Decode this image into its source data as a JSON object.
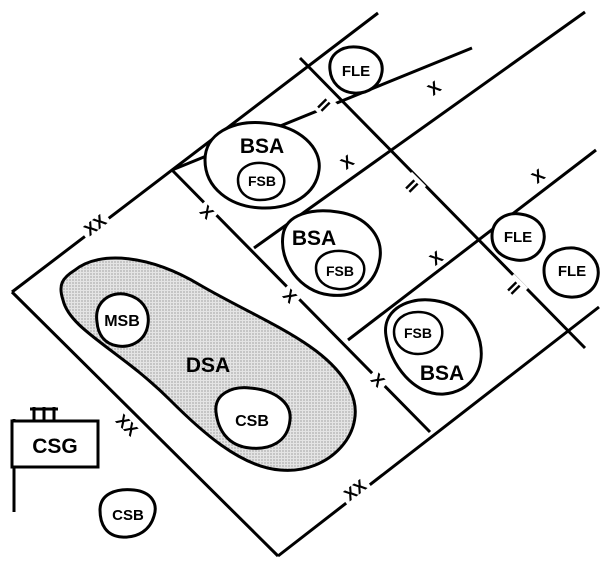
{
  "labels": {
    "dsa": "DSA",
    "msb": "MSB",
    "csb_inner": "CSB",
    "csb_outer": "CSB",
    "csg": "CSG",
    "bsa_top": "BSA",
    "fsb_top": "FSB",
    "bsa_mid": "BSA",
    "fsb_mid": "FSB",
    "bsa_bottom": "BSA",
    "fsb_bottom": "FSB",
    "fle_top": "FLE",
    "fle_right_1": "FLE",
    "fle_right_2": "FLE"
  },
  "echelons": {
    "division_top": "XX",
    "division_left": "XX",
    "division_bottom": "XX",
    "brigade_1": "X",
    "brigade_2": "X",
    "brigade_3": "X",
    "brigade_4": "X",
    "brigade_5": "X",
    "brigade_6": "X",
    "battalion_1": "II",
    "battalion_2": "II",
    "battalion_3": "II"
  },
  "colors": {
    "line": "#000000",
    "dsa_fill": "#d9d9d9",
    "background": "#ffffff"
  }
}
